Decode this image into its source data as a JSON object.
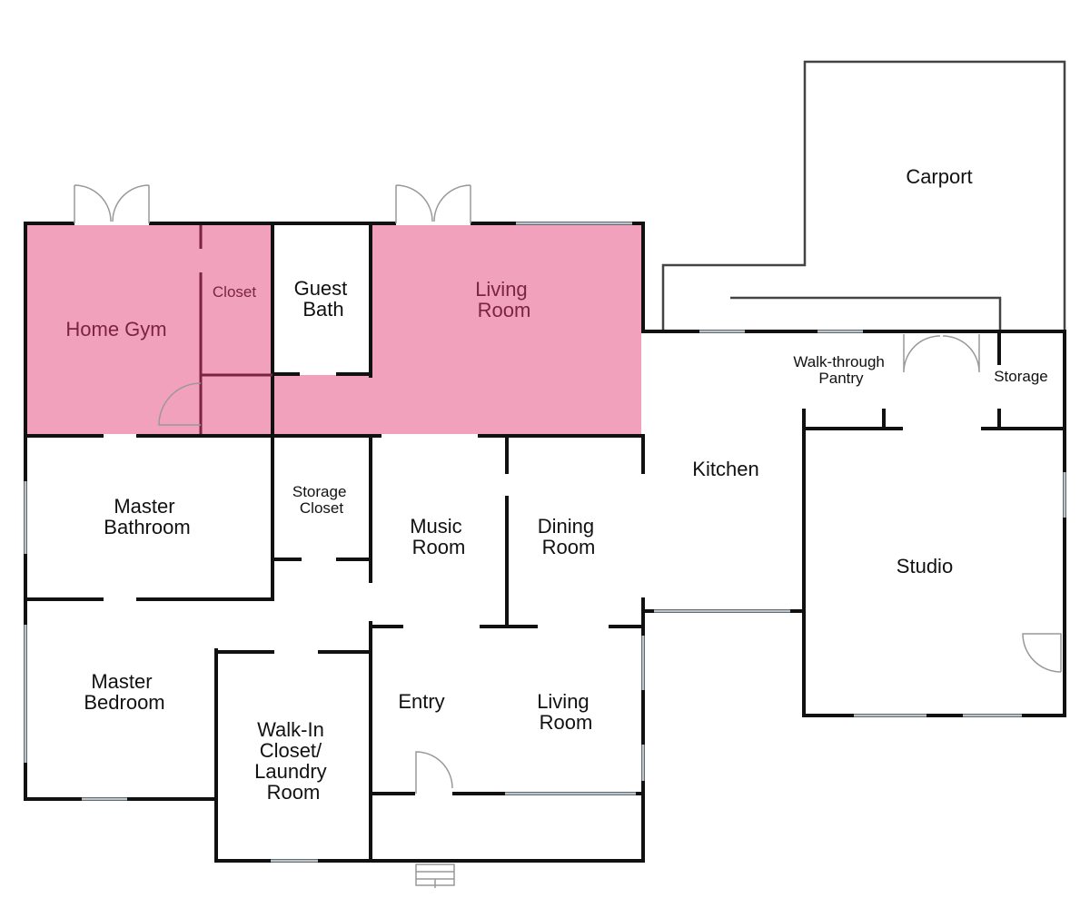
{
  "plan": {
    "highlight_color": "#f2a1bd",
    "highlight_text_color": "#7a2440",
    "rooms": {
      "carport": [
        "Carport"
      ],
      "home_gym": [
        "Home Gym"
      ],
      "closet": [
        "Closet"
      ],
      "guest_bath": [
        "Guest",
        "Bath"
      ],
      "living_room_top": [
        "Living",
        "Room"
      ],
      "walk_through_pantry": [
        "Walk-through",
        "Pantry"
      ],
      "storage": [
        "Storage"
      ],
      "kitchen": [
        "Kitchen"
      ],
      "master_bathroom": [
        "Master",
        "Bathroom"
      ],
      "storage_closet": [
        "Storage",
        "Closet"
      ],
      "music_room": [
        "Music",
        "Room"
      ],
      "dining_room": [
        "Dining",
        "Room"
      ],
      "studio": [
        "Studio"
      ],
      "master_bedroom": [
        "Master",
        "Bedroom"
      ],
      "walk_in_closet": [
        "Walk-In",
        "Closet/",
        "Laundry",
        "Room"
      ],
      "entry": [
        "Entry"
      ],
      "living_room_bottom": [
        "Living",
        "Room"
      ]
    }
  }
}
